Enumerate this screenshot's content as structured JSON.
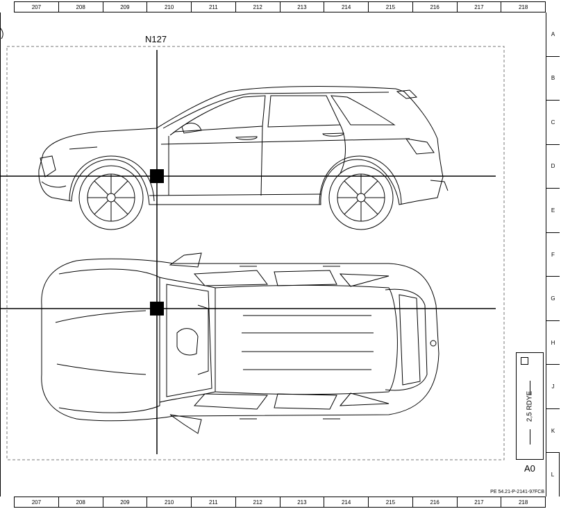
{
  "grid": {
    "columns": [
      "207",
      "208",
      "209",
      "210",
      "211",
      "212",
      "213",
      "214",
      "215",
      "216",
      "217",
      "218"
    ],
    "rows": [
      "A",
      "B",
      "C",
      "D",
      "E",
      "F",
      "G",
      "H",
      "J",
      "K",
      "L"
    ]
  },
  "labels": {
    "connector": "N127",
    "sheet": "A0",
    "rdye": "2,5 RDYE",
    "reference": "PE 54.21-P-2141-97FCB"
  }
}
